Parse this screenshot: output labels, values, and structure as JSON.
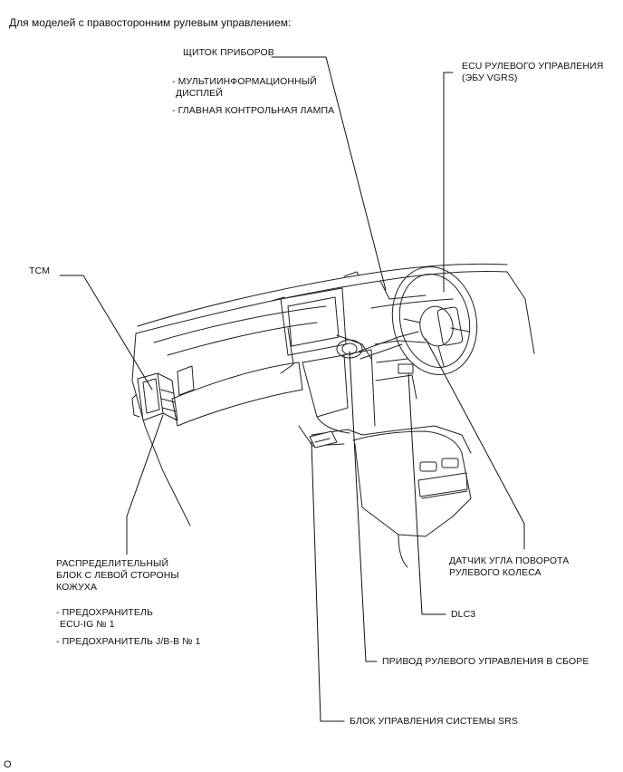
{
  "header": "Для моделей с правосторонним рулевым управлением:",
  "callouts": {
    "instrument_panel": "ЩИТОК ПРИБОРОВ",
    "instrument_sub1_l1": "- МУЛЬТИИНФОРМАЦИОННЫЙ",
    "instrument_sub1_l2": "ДИСПЛЕЙ",
    "instrument_sub2": "- ГЛАВНАЯ КОНТРОЛЬНАЯ ЛАМПА",
    "steering_ecu_l1": "ECU РУЛЕВОГО УПРАВЛЕНИЯ",
    "steering_ecu_l2": "(ЭБУ VGRS)",
    "tcm": "TCM",
    "jb_l1": "РАСПРЕДЕЛИТЕЛЬНЫЙ",
    "jb_l2": "БЛОК С ЛЕВОЙ СТОРОНЫ",
    "jb_l3": "КОЖУХА",
    "fuse1_l1": "- ПРЕДОХРАНИТЕЛЬ",
    "fuse1_l2": "ECU-IG № 1",
    "fuse2": "- ПРЕДОХРАНИТЕЛЬ J/B-B № 1",
    "angle_sensor_l1": "ДАТЧИК УГЛА ПОВОРОТА",
    "angle_sensor_l2": "РУЛЕВОГО КОЛЕСА",
    "dlc3": "DLC3",
    "actuator": "ПРИВОД РУЛЕВОГО УПРАВЛЕНИЯ В СБОРЕ",
    "srs": "БЛОК УПРАВЛЕНИЯ СИСТЕМЫ SRS"
  },
  "footer": "O"
}
